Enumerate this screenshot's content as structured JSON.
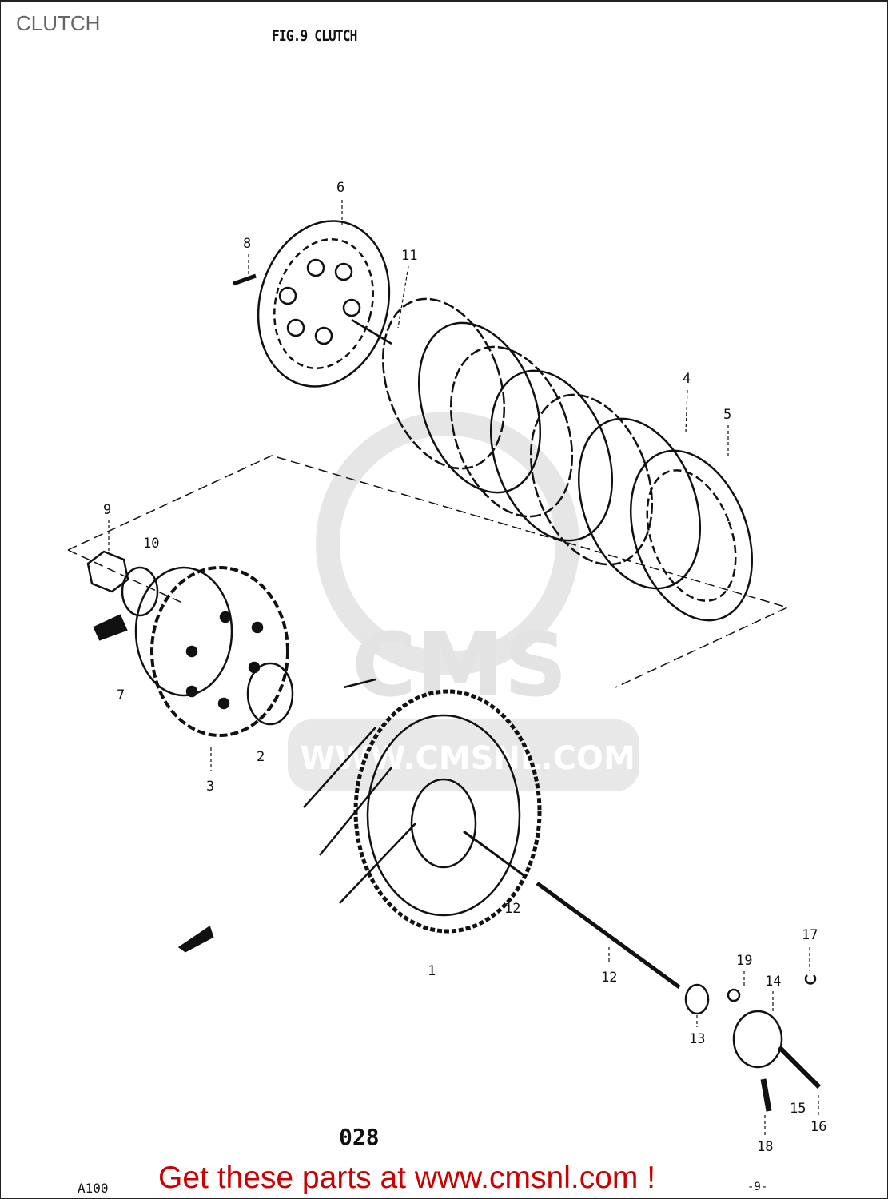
{
  "page_title": "CLUTCH",
  "figure_title": "FIG.9  CLUTCH",
  "callouts": [
    {
      "label": "6"
    },
    {
      "label": "8"
    },
    {
      "label": "11"
    },
    {
      "label": "4"
    },
    {
      "label": "5"
    },
    {
      "label": "9"
    },
    {
      "label": "10"
    },
    {
      "label": "7"
    },
    {
      "label": "2"
    },
    {
      "label": "3"
    },
    {
      "label": "12"
    },
    {
      "label": "1"
    },
    {
      "label": "12"
    },
    {
      "label": "17"
    },
    {
      "label": "19"
    },
    {
      "label": "14"
    },
    {
      "label": "13"
    },
    {
      "label": "15"
    },
    {
      "label": "16"
    },
    {
      "label": "18"
    }
  ],
  "page_code": "028",
  "model": "A100",
  "page_number": "-9-",
  "watermark": {
    "logo": "CMS",
    "url": "WWW.CMSNL.COM"
  },
  "promo_text": "Get these parts at www.cmsnl.com !",
  "colors": {
    "promo": "#cc0000",
    "title": "#666666",
    "ink": "#111111",
    "watermark": "#e6e6e6"
  }
}
